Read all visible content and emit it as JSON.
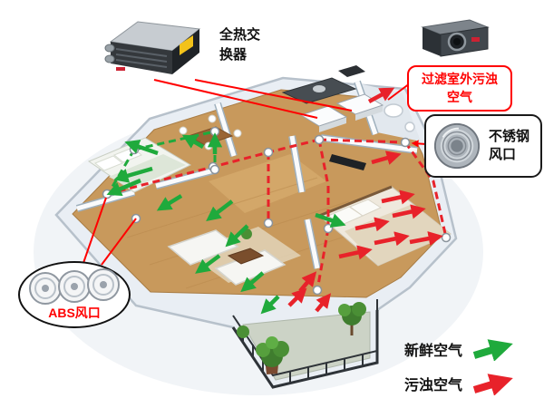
{
  "diagram": {
    "callouts": {
      "heat_exchanger": {
        "label": "全热交换器",
        "icon": "heat-recovery-unit-icon"
      },
      "filter": {
        "label": "过滤室外污浊空气",
        "color": "#ff0000",
        "icon": "outdoor-air-filter-unit-icon"
      },
      "stainless_vent": {
        "label": "不锈钢风口",
        "icon": "stainless-steel-round-vent-icon"
      },
      "abs_vent": {
        "label": "ABS风口",
        "color": "#ff0000",
        "icon": "abs-round-vents-icon"
      }
    },
    "legend": {
      "fresh": {
        "label": "新鲜空气",
        "color": "#1faa3c"
      },
      "polluted": {
        "label": "污浊空气",
        "color": "#e8222a"
      }
    },
    "colors": {
      "fresh_air": "#1faa3c",
      "polluted_air": "#e8222a",
      "duct_green": "#1faa3c",
      "duct_red": "#e8222a",
      "callout_line": "#ff0000"
    }
  }
}
